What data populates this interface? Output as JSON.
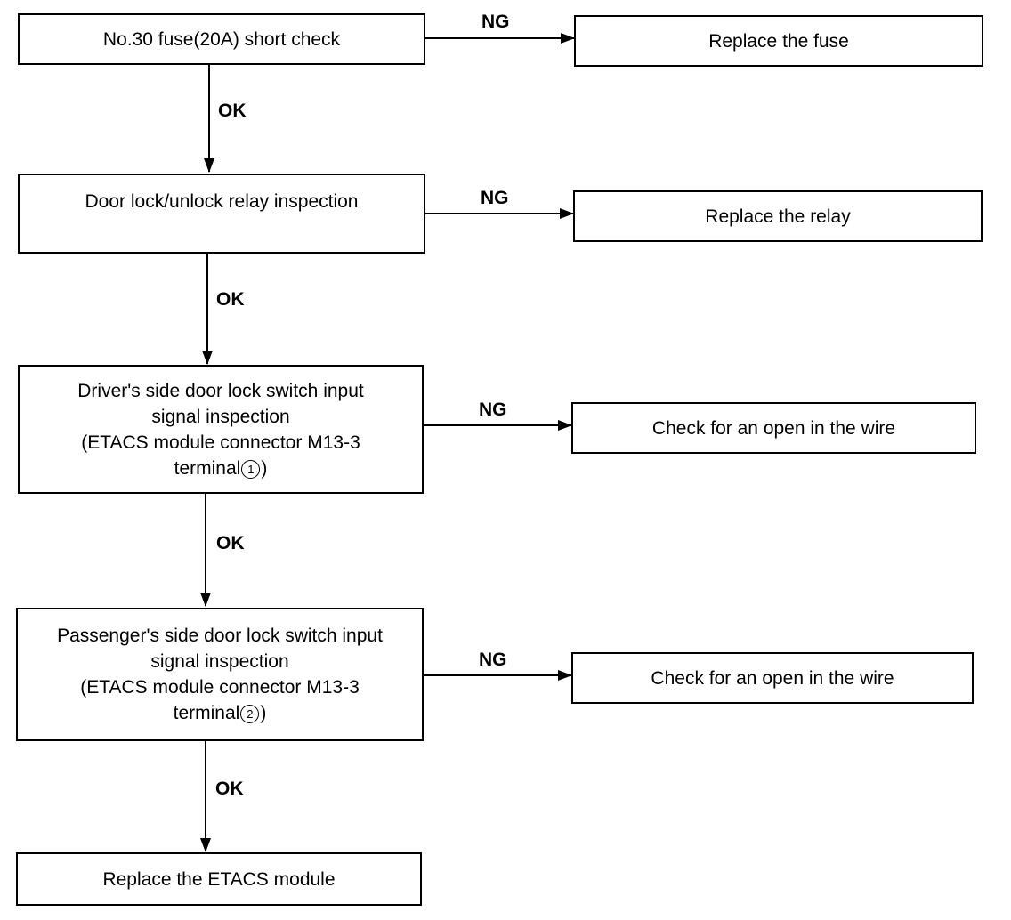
{
  "flow": {
    "steps": [
      {
        "id": "step-1",
        "lines": [
          "No.30 fuse(20A) short check"
        ],
        "ng_label": "NG",
        "ng_action": "Replace the fuse",
        "ok_label": "OK"
      },
      {
        "id": "step-2",
        "lines": [
          "Door lock/unlock relay inspection"
        ],
        "ng_label": "NG",
        "ng_action": "Replace the relay",
        "ok_label": "OK"
      },
      {
        "id": "step-3",
        "lines": [
          "Driver's side door lock switch input",
          "signal inspection",
          "(ETACS module connector M13-3",
          "terminal"
        ],
        "terminal_marker": "1",
        "terminal_suffix": ")",
        "ng_label": "NG",
        "ng_action": "Check for an open in the wire",
        "ok_label": "OK"
      },
      {
        "id": "step-4",
        "lines": [
          "Passenger's side door lock switch input",
          "signal inspection",
          "(ETACS module connector M13-3",
          "terminal"
        ],
        "terminal_marker": "2",
        "terminal_suffix": ")",
        "ng_label": "NG",
        "ng_action": "Check for an open in the wire",
        "ok_label": "OK"
      }
    ],
    "final_action": "Replace the ETACS module"
  }
}
